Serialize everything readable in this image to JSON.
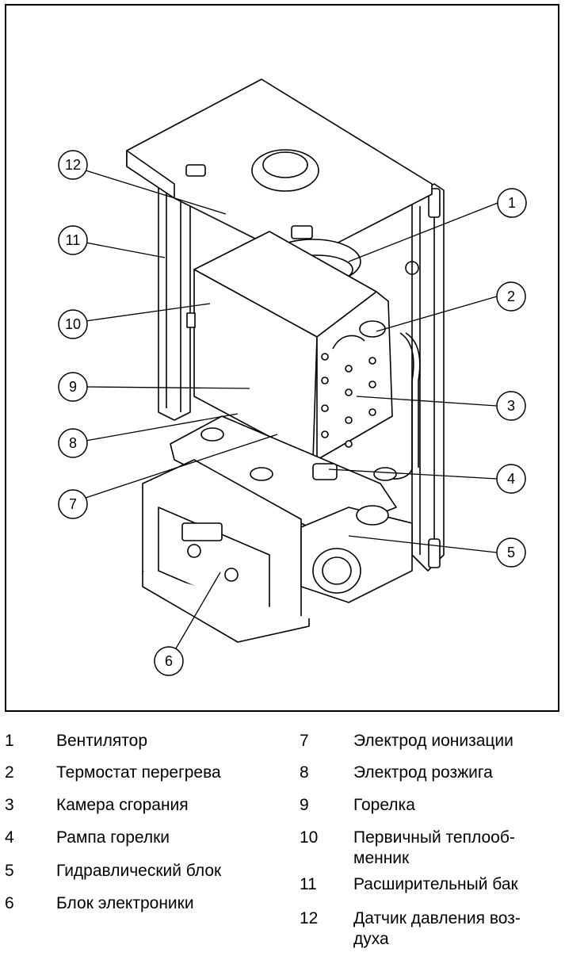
{
  "callouts": [
    {
      "number": "1"
    },
    {
      "number": "2"
    },
    {
      "number": "3"
    },
    {
      "number": "4"
    },
    {
      "number": "5"
    },
    {
      "number": "6"
    },
    {
      "number": "7"
    },
    {
      "number": "8"
    },
    {
      "number": "9"
    },
    {
      "number": "10"
    },
    {
      "number": "11"
    },
    {
      "number": "12"
    }
  ],
  "legend": {
    "left": [
      {
        "number": "1",
        "label": "Вентилятор"
      },
      {
        "number": "2",
        "label": "Термостат перегрева"
      },
      {
        "number": "3",
        "label": "Камера сгорания"
      },
      {
        "number": "4",
        "label": "Рампа горелки"
      },
      {
        "number": "5",
        "label": "Гидравлический блок"
      },
      {
        "number": "6",
        "label": "Блок электроники"
      }
    ],
    "right": [
      {
        "number": "7",
        "label": "Электрод ионизации"
      },
      {
        "number": "8",
        "label": "Электрод розжига"
      },
      {
        "number": "9",
        "label": "Горелка"
      },
      {
        "number": "10",
        "label": "Первичный теплооб-",
        "label_line2": "менник"
      },
      {
        "number": "11",
        "label": "Расширительный бак"
      },
      {
        "number": "12",
        "label": "Датчик давления воз-",
        "label_line2": "духа"
      }
    ]
  }
}
